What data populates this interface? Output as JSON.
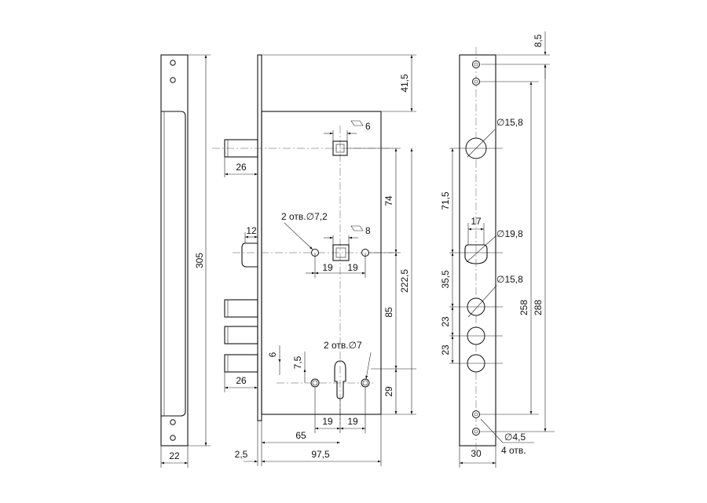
{
  "strike_plate": {
    "height": "305",
    "width": "22"
  },
  "lock_body": {
    "top_offset": "41,5",
    "square_top": "6",
    "bolt_len_top": "26",
    "latch": "12",
    "holes_top_label": "2 отв.∅7,2",
    "square_mid": "8",
    "spacing_left_mid": "19",
    "spacing_right_mid": "19",
    "dist_74": "74",
    "dist_222": "222,5",
    "dist_85": "85",
    "dist_29": "29",
    "dim_6": "6",
    "dim_7_5": "7,5",
    "holes_bottom_label": "2 отв.∅7",
    "bolt_len_bottom": "26",
    "spacing_left_bot": "19",
    "spacing_right_bot": "19",
    "backset": "65",
    "thickness": "2,5",
    "depth": "97,5"
  },
  "faceplate": {
    "top_offset": "8,5",
    "hole_top": "∅15,8",
    "dist_71_5": "71,5",
    "width_17": "17",
    "hole_mid": "∅19,8",
    "dist_35_5": "35,5",
    "hole_bot": "∅15,8",
    "dist_23_a": "23",
    "dist_23_b": "23",
    "dist_258": "258",
    "dist_288": "288",
    "screw_label": "∅4,5",
    "screw_count": "4 отв.",
    "width": "30"
  }
}
